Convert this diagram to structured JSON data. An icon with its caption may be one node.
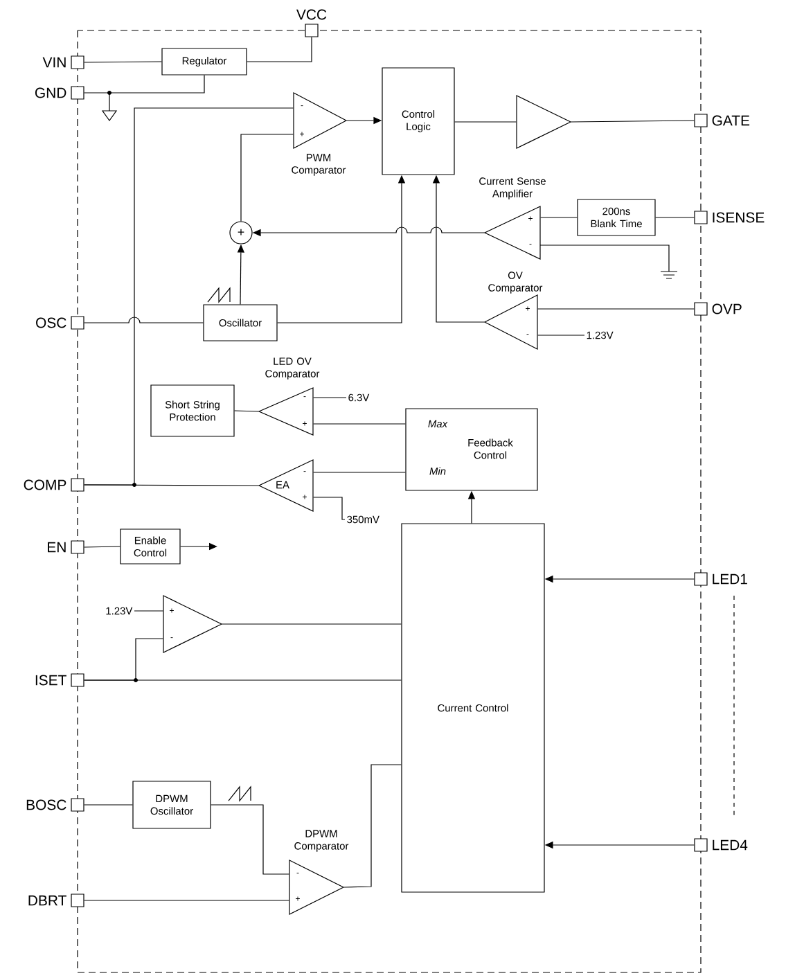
{
  "diagram": {
    "nodes": [
      {
        "text": [
          "VCC"
        ]
      },
      {
        "text": [
          "VIN"
        ]
      },
      {
        "text": [
          "GND"
        ]
      },
      {
        "text": [
          "Regulator"
        ]
      },
      {
        "text": [
          "Control Logic"
        ]
      },
      {
        "text": [
          "-",
          "+",
          "PWM Comparator"
        ]
      },
      {
        "text": [],
        "shape": "triangle"
      },
      {
        "text": [
          "GATE"
        ]
      },
      {
        "text": [
          "+"
        ]
      },
      {
        "text": [
          "Current Sense Amplifier",
          "+",
          "-"
        ]
      },
      {
        "text": [
          "200ns Blank Time"
        ]
      },
      {
        "text": [
          "ISENSE"
        ]
      },
      {
        "text": [
          "OSC"
        ]
      },
      {
        "text": [
          "Oscillator"
        ]
      },
      {
        "text": [
          "OV Comparator",
          "+",
          "-"
        ]
      },
      {
        "text": [
          "OVP"
        ]
      },
      {
        "text": [
          "LED OV Comparator",
          "-",
          "+"
        ]
      },
      {
        "text": [
          "Short String Protection"
        ]
      },
      {
        "text": [
          "Max",
          "Feedback Control",
          "Min"
        ]
      },
      {
        "text": [
          "COMP"
        ]
      },
      {
        "text": [
          "EA",
          "-",
          "+"
        ]
      },
      {
        "text": [
          "EN"
        ]
      },
      {
        "text": [
          "Enable Control"
        ]
      },
      {
        "text": [
          "LED1"
        ]
      },
      {
        "text": [
          "Current Control"
        ]
      },
      {
        "text": [
          "+",
          "-"
        ]
      },
      {
        "text": [
          "ISET"
        ]
      },
      {
        "text": [
          "BOSC"
        ]
      },
      {
        "text": [
          "DPWM Oscillator"
        ]
      },
      {
        "text": [
          "DPWM Comparator",
          "-",
          "+"
        ]
      },
      {
        "text": [
          "LED4"
        ]
      },
      {
        "text": [
          "DBRT"
        ]
      },
      {
        "text": [
          "1.23V"
        ]
      },
      {
        "text": [
          "6.3V"
        ]
      },
      {
        "text": [
          "350mV"
        ]
      },
      {
        "text": [
          "1.23V"
        ]
      }
    ],
    "edges": [
      {
        "from": 1,
        "to": 3,
        "arrow": "none"
      },
      {
        "from": 3,
        "to": 0,
        "arrow": "none"
      },
      {
        "from": 3,
        "to": 2,
        "arrow": "none"
      },
      {
        "from": 5,
        "to": 4,
        "arrow": "to"
      },
      {
        "from": 4,
        "to": 6,
        "arrow": "none"
      },
      {
        "from": 6,
        "to": 7,
        "arrow": "none"
      },
      {
        "from": 19,
        "to": 5,
        "arrow": "none"
      },
      {
        "from": 20,
        "to": 19,
        "arrow": "none"
      },
      {
        "from": 8,
        "to": 5,
        "arrow": "none"
      },
      {
        "from": 13,
        "to": 8,
        "arrow": "to"
      },
      {
        "from": 12,
        "to": 13,
        "arrow": "none"
      },
      {
        "from": 13,
        "to": 4,
        "arrow": "to"
      },
      {
        "from": 9,
        "to": 8,
        "arrow": "to"
      },
      {
        "from": 10,
        "to": 9,
        "arrow": "none"
      },
      {
        "from": 11,
        "to": 10,
        "arrow": "none"
      },
      {
        "from": 14,
        "to": 4,
        "arrow": "to"
      },
      {
        "from": 15,
        "to": 14,
        "arrow": "none"
      },
      {
        "from": 16,
        "to": 17,
        "arrow": "none"
      },
      {
        "from": 18,
        "to": 16,
        "arrow": "none"
      },
      {
        "from": 18,
        "to": 20,
        "arrow": "none"
      },
      {
        "from": 21,
        "to": 22,
        "arrow": "none"
      },
      {
        "from": 22,
        "to": null,
        "arrow": "to"
      },
      {
        "from": 24,
        "to": 18,
        "arrow": "to"
      },
      {
        "from": 23,
        "to": 24,
        "arrow": "to"
      },
      {
        "from": 30,
        "to": 24,
        "arrow": "to"
      },
      {
        "from": 25,
        "to": 24,
        "arrow": "none"
      },
      {
        "from": 26,
        "to": 24,
        "arrow": "none"
      },
      {
        "from": 26,
        "to": 25,
        "arrow": "none"
      },
      {
        "from": 27,
        "to": 28,
        "arrow": "none"
      },
      {
        "from": 28,
        "to": 29,
        "arrow": "none"
      },
      {
        "from": 31,
        "to": 29,
        "arrow": "none"
      },
      {
        "from": 29,
        "to": 24,
        "arrow": "none"
      },
      {
        "from": 14,
        "to": 32,
        "arrow": "none"
      },
      {
        "from": 16,
        "to": 33,
        "arrow": "none"
      },
      {
        "from": 20,
        "to": 34,
        "arrow": "none"
      },
      {
        "from": 35,
        "to": 25,
        "arrow": "none"
      }
    ]
  }
}
